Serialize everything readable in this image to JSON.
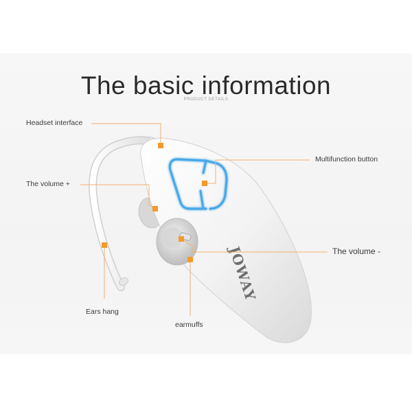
{
  "header": {
    "title": "The basic information",
    "subtitle": "PRODUCT DETAILS"
  },
  "product": {
    "brand_logo": "JOWAY"
  },
  "callouts": {
    "headset_interface": "Headset interface",
    "volume_plus": "The volume +",
    "ears_hang": "Ears hang",
    "earmuffs": "earmuffs",
    "multifunction_button": "Multifunction button",
    "volume_minus": "The volume -"
  },
  "colors": {
    "accent": "#f39a2c",
    "leader_line": "#f0b070",
    "button_glow": "#4aa8e8",
    "headset_body": "#f4f4f4"
  }
}
